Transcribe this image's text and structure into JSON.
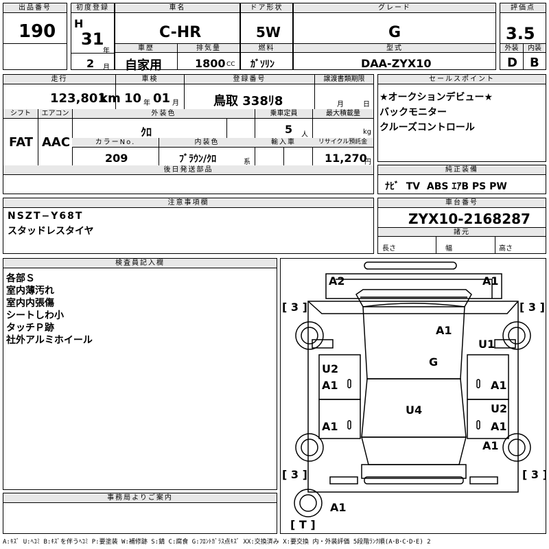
{
  "header": {
    "lot_label": "出品番号",
    "lot": "190",
    "first_reg_label": "初度登録",
    "era": "H",
    "year": "31",
    "year_unit": "年",
    "month": "2",
    "month_unit": "月",
    "car_name_label": "車名",
    "car_name": "C-HR",
    "door_label": "ドア形状",
    "door": "5W",
    "grade_label": "グレード",
    "grade": "G",
    "score_label": "評価点",
    "score": "3.5",
    "history_label": "車歴",
    "history": "自家用",
    "displacement_label": "排気量",
    "displacement": "1800",
    "displacement_unit": "CC",
    "fuel_label": "燃料",
    "fuel": "ｶﾞｿﾘﾝ",
    "model_label": "型式",
    "model": "DAA-ZYX10",
    "exterior_label": "外装",
    "exterior": "D",
    "interior_label": "内装",
    "interior": "B"
  },
  "second": {
    "mileage_label": "走行",
    "mileage": "123,801",
    "mileage_unit": "km",
    "inspection_label": "車検",
    "insp_year": "10",
    "insp_year_unit": "年",
    "insp_month": "01",
    "insp_month_unit": "月",
    "reg_label": "登録番号",
    "reg": "鳥取 338ﾘ8",
    "transfer_label": "譲渡書類期限",
    "transfer_month": "月",
    "transfer_day": "日",
    "shift_label": "シフト",
    "shift": "FAT",
    "ac_label": "エアコン",
    "ac": "AAC",
    "ext_color_label": "外装色",
    "ext_color": "ｸﾛ",
    "capacity_label": "乗車定員",
    "capacity": "5",
    "capacity_unit": "人",
    "max_load_label": "最大積載量",
    "max_load_unit": "kg",
    "color_no_label": "カラーNo.",
    "color_no": "209",
    "int_color_label": "内装色",
    "int_color": "ﾌﾞﾗｳﾝ/ｸﾛ",
    "int_color_unit": "系",
    "import_label": "輸入車",
    "recycle_label": "リサイクル預託金",
    "recycle": "11,270",
    "recycle_unit": "円",
    "later_parts_label": "後日発送部品"
  },
  "sales_points": {
    "label": "セールスポイント",
    "items": [
      "★オークションデビュー★",
      "バックモニター",
      "クルーズコントロール"
    ]
  },
  "equipment": {
    "label": "純正装備",
    "value": "ﾅﾋﾞ  TV  ABS ｴｱB PS PW"
  },
  "notes": {
    "label": "注意事項欄",
    "lines": [
      "NSZT−Y68T",
      "スタッドレスタイヤ"
    ]
  },
  "chassis": {
    "label": "車台番号",
    "value": "ZYX10-2168287",
    "specs_label": "諸元",
    "length_label": "長さ",
    "width_label": "幅",
    "height_label": "高さ"
  },
  "inspector": {
    "label": "検査員記入欄",
    "lines": [
      "各部Ｓ",
      "室内薄汚れ",
      "室内内張傷",
      "シートしわ小",
      "タッチＰ跡",
      "社外アルミホイール"
    ]
  },
  "office": {
    "label": "事務局よりご案内"
  },
  "diagram": {
    "tire_marks": [
      "[ 3 ]",
      "[ 3 ]",
      "[ 3 ]",
      "[ 3 ]",
      "[ T ]"
    ],
    "codes": [
      "A2",
      "A1",
      "A1",
      "U1",
      "G",
      "U2",
      "A1",
      "A1",
      "U2",
      "A1",
      "U4",
      "A1",
      "A1",
      "A1"
    ]
  },
  "legend": "A:ｷｽﾞ U:ﾍｺﾐ B:ｷｽﾞを伴うﾍｺﾐ P:要塗装 W:補修跡 S:錆 C:腐食 G:ﾌﾛﾝﾄｶﾞﾗｽ点ｷｽﾞ XX:交換済み X:要交換  内・外装評価  5段階ﾗﾝｸ順(A･B･C･D･E) 2"
}
